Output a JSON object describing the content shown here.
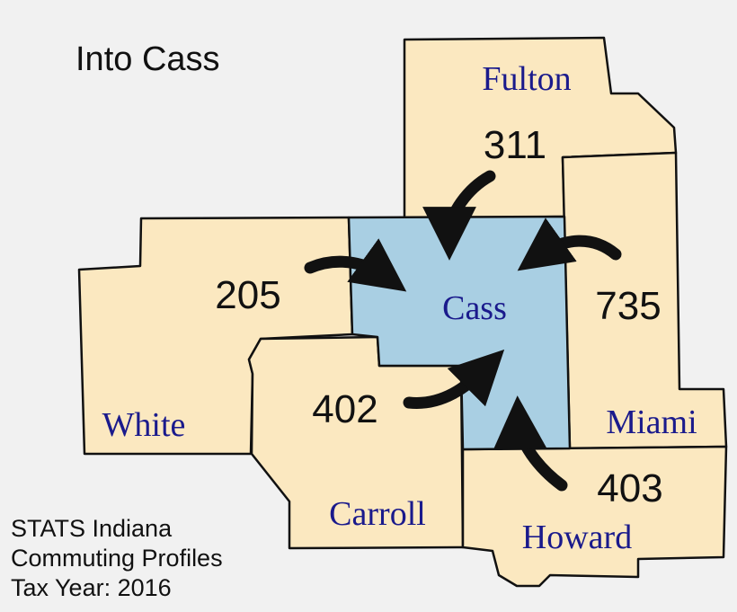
{
  "title": "Into Cass",
  "caption": [
    "STATS Indiana",
    "Commuting Profiles",
    "Tax Year: 2016"
  ],
  "colors": {
    "surrounding_fill": "#fbe8c0",
    "center_fill": "#a9cfe3",
    "label_color": "#1a1a8c",
    "outline": "#111111",
    "background": "#f1f1f1"
  },
  "destination": "Cass",
  "flows": [
    {
      "from": "Fulton",
      "commuters": "311"
    },
    {
      "from": "White",
      "commuters": "205"
    },
    {
      "from": "Miami",
      "commuters": "735"
    },
    {
      "from": "Carroll",
      "commuters": "402"
    },
    {
      "from": "Howard",
      "commuters": "403"
    }
  ]
}
